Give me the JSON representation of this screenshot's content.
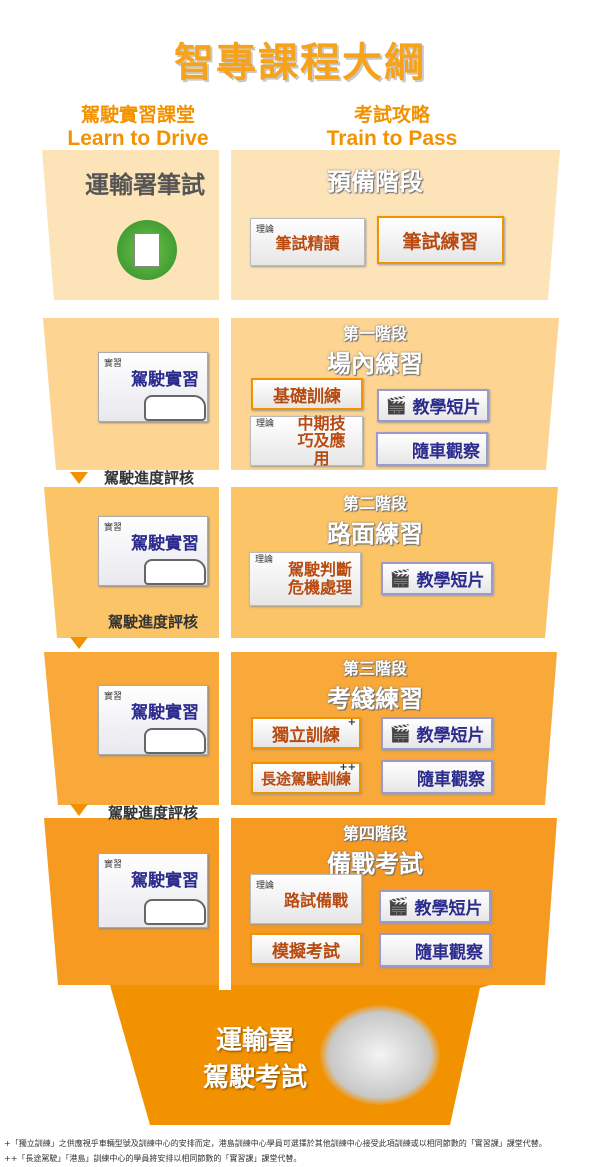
{
  "title": "智專課程大綱",
  "columns": {
    "left_zh": "駕駛實習課堂",
    "left_en": "Learn to Drive",
    "right_zh": "考試攻略",
    "right_en": "Train to Pass"
  },
  "tags": {
    "theory": "理論",
    "practice": "實習"
  },
  "band1": {
    "left": "運輸署筆試",
    "right": "預備階段",
    "reading": "筆試精讀",
    "practice": "筆試練習"
  },
  "band2": {
    "stage": "第一階段",
    "name": "場內練習",
    "practice": "駕駛實習",
    "basic": "基礎訓練",
    "mid": "中期技巧及應用",
    "video": "教學短片",
    "observe": "隨車觀察"
  },
  "eval": "駕駛進度評核",
  "band3": {
    "stage": "第二階段",
    "name": "路面練習",
    "practice": "駕駛實習",
    "judge": "駕駛判斷危機處理",
    "video": "教學短片"
  },
  "band4": {
    "stage": "第三階段",
    "name": "考綫練習",
    "practice": "駕駛實習",
    "indep": "獨立訓練",
    "indep_mark": "+",
    "long": "長途駕駛訓練",
    "long_mark": "++",
    "video": "教學短片",
    "observe": "隨車觀察"
  },
  "band5": {
    "stage": "第四階段",
    "name": "備戰考試",
    "practice": "駕駛實習",
    "road": "路試備戰",
    "mock": "模擬考試",
    "video": "教學短片",
    "observe": "隨車觀察"
  },
  "final": {
    "line1": "運輸署",
    "line2": "駕駛考試"
  },
  "footnotes": [
    "+「獨立訓練」之供應視乎車輛型號及訓練中心的安排而定，港島訓練中心學員可選擇於其他訓練中心接受此項訓練或以相同節數的「實習課」課堂代替。",
    "++「長途駕駛」「港島」訓練中心的學員將安排以相同節數的「實習課」課堂代替。"
  ],
  "colors": {
    "accent": "#f39200",
    "band1": "#fde3b8",
    "band2": "#fdd491",
    "band3": "#fbc467",
    "band4": "#f8a93a",
    "band5": "#f69a22",
    "final": "#f39200"
  }
}
